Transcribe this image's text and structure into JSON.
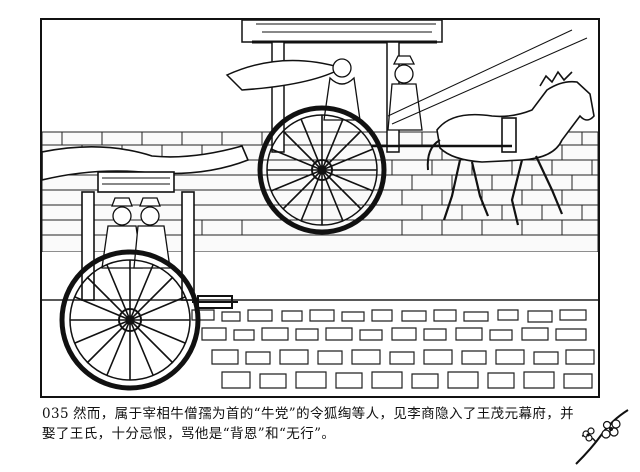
{
  "caption": {
    "number": "035",
    "text": "然而，属于宰相牛僧孺为首的“牛党”的令狐绹等人，见李商隐入了王茂元幕府，并娶了王氏，十分忌恨，骂他是“背恩”和“无行”。"
  },
  "illustration": {
    "style": "black line-art comic panel",
    "palette": {
      "ink": "#111111",
      "paper": "#ffffff"
    }
  },
  "decoration": {
    "icon": "plum-blossom-icon"
  }
}
